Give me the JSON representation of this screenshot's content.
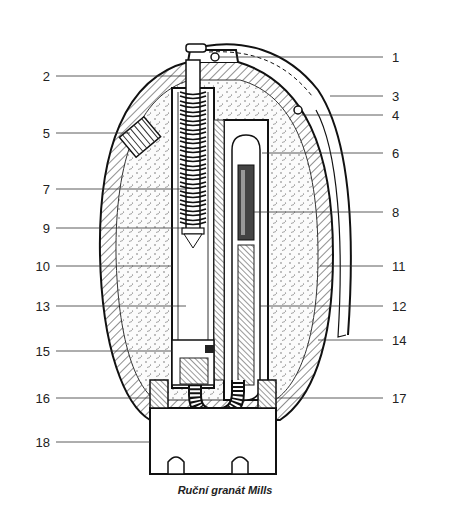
{
  "diagram": {
    "caption": "Ruční granát Mills",
    "labels": [
      "1",
      "2",
      "3",
      "4",
      "5",
      "6",
      "7",
      "8",
      "9",
      "10",
      "11",
      "12",
      "13",
      "14",
      "15",
      "16",
      "17",
      "18"
    ]
  }
}
